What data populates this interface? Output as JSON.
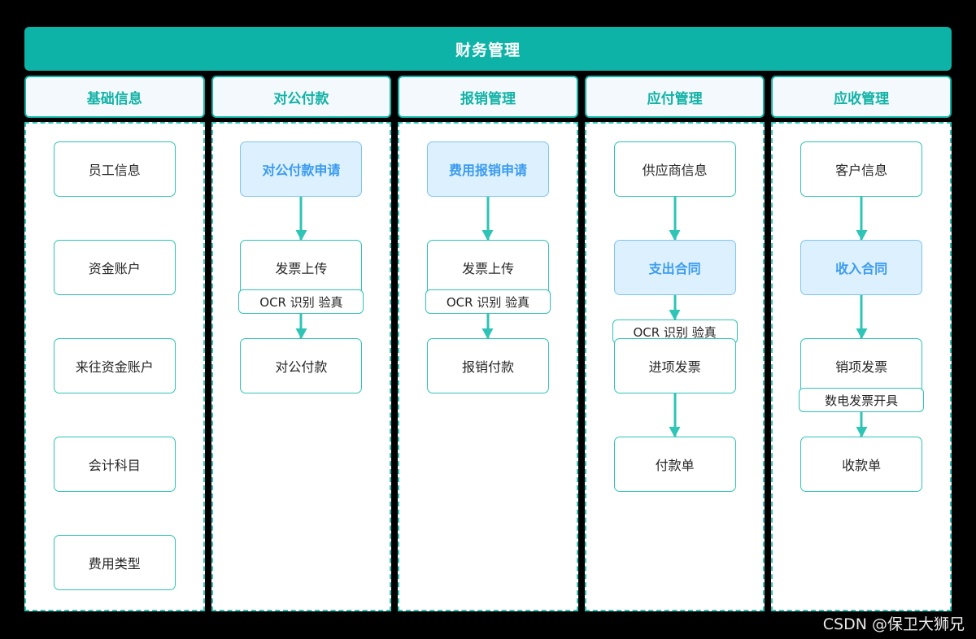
{
  "header": {
    "title": "财务管理"
  },
  "watermark": {
    "text": "CSDN @保卫大狮兄"
  },
  "colors": {
    "brand_teal": "#0cb3a6",
    "node_border": "#2ec4b6",
    "highlight_bg": "#ddf0fd",
    "highlight_border": "#7ec4f5",
    "highlight_text": "#3a9bf0",
    "tab_bg": "#f3f9fc",
    "page_bg": "#000000"
  },
  "columns": [
    {
      "tab_label": "基础信息",
      "nodes": [
        {
          "label": "员工信息",
          "style": "plain",
          "kind": "box"
        },
        {
          "label": "资金账户",
          "style": "plain",
          "kind": "box"
        },
        {
          "label": "来往资金账户",
          "style": "plain",
          "kind": "box"
        },
        {
          "label": "会计科目",
          "style": "plain",
          "kind": "box"
        },
        {
          "label": "费用类型",
          "style": "plain",
          "kind": "box"
        }
      ]
    },
    {
      "tab_label": "对公付款",
      "nodes": [
        {
          "label": "对公付款申请",
          "style": "highlight",
          "kind": "box"
        },
        {
          "label": "发票上传",
          "style": "plain",
          "kind": "box"
        },
        {
          "label": "OCR 识别 验真",
          "style": "plain",
          "kind": "chip"
        },
        {
          "label": "对公付款",
          "style": "plain",
          "kind": "box"
        }
      ]
    },
    {
      "tab_label": "报销管理",
      "nodes": [
        {
          "label": "费用报销申请",
          "style": "highlight",
          "kind": "box"
        },
        {
          "label": "发票上传",
          "style": "plain",
          "kind": "box"
        },
        {
          "label": "OCR 识别 验真",
          "style": "plain",
          "kind": "chip"
        },
        {
          "label": "报销付款",
          "style": "plain",
          "kind": "box"
        }
      ]
    },
    {
      "tab_label": "应付管理",
      "nodes": [
        {
          "label": "供应商信息",
          "style": "plain",
          "kind": "box"
        },
        {
          "label": "支出合同",
          "style": "highlight",
          "kind": "box"
        },
        {
          "label": "OCR 识别 验真",
          "style": "plain",
          "kind": "chip"
        },
        {
          "label": "进项发票",
          "style": "plain",
          "kind": "box"
        },
        {
          "label": "付款单",
          "style": "plain",
          "kind": "box"
        }
      ]
    },
    {
      "tab_label": "应收管理",
      "nodes": [
        {
          "label": "客户信息",
          "style": "plain",
          "kind": "box"
        },
        {
          "label": "收入合同",
          "style": "highlight",
          "kind": "box"
        },
        {
          "label": "销项发票",
          "style": "plain",
          "kind": "box"
        },
        {
          "label": "数电发票开具",
          "style": "plain",
          "kind": "chip"
        },
        {
          "label": "收款单",
          "style": "plain",
          "kind": "box"
        }
      ]
    }
  ]
}
